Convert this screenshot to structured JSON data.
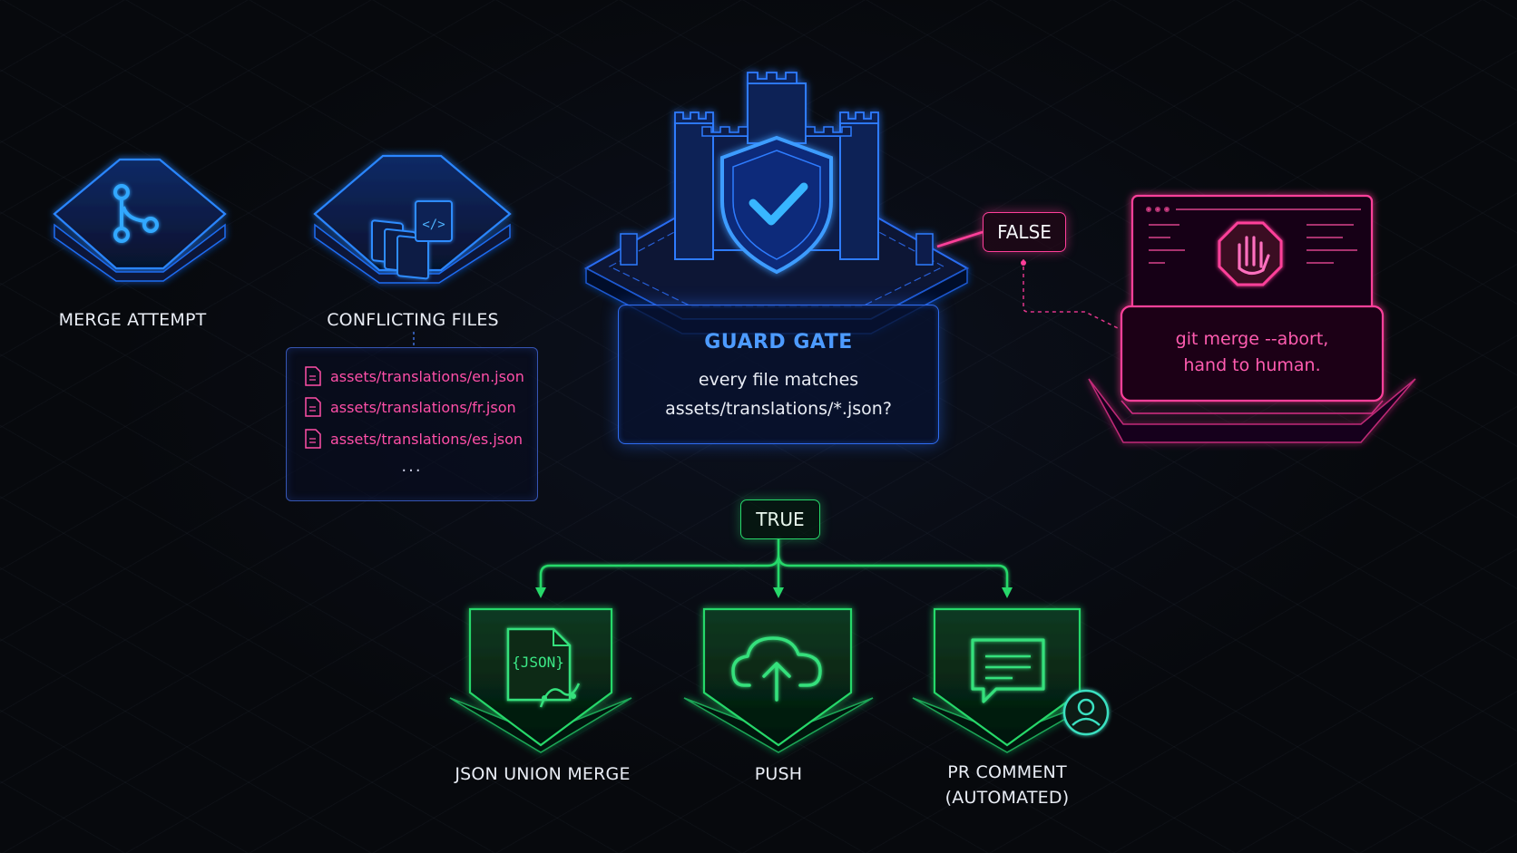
{
  "nodes": {
    "merge_attempt": {
      "label": "MERGE ATTEMPT"
    },
    "conflicting_files": {
      "label": "CONFLICTING FILES",
      "files": [
        "assets/translations/en.json",
        "assets/translations/fr.json",
        "assets/translations/es.json"
      ],
      "more": "..."
    },
    "guard_gate": {
      "title": "GUARD GATE",
      "question_line1": "every file matches",
      "question_line2": "assets/translations/*.json?"
    },
    "abort": {
      "line1": "git merge --abort,",
      "line2": "hand to human."
    },
    "json_union_merge": {
      "label": "JSON UNION MERGE",
      "icon_text": "{JSON}"
    },
    "push": {
      "label": "PUSH"
    },
    "pr_comment": {
      "label_line1": "PR COMMENT",
      "label_line2": "(AUTOMATED)"
    }
  },
  "branches": {
    "false_label": "FALSE",
    "true_label": "TRUE"
  },
  "colors": {
    "blue": "#2f7cff",
    "pink": "#ff3f9a",
    "green": "#27d86a",
    "background": "#07090d"
  },
  "icons": [
    "git-branch-icon",
    "code-files-icon",
    "castle-shield-check-icon",
    "stop-hand-icon",
    "json-file-icon",
    "cloud-upload-icon",
    "chat-comment-icon",
    "user-icon"
  ]
}
